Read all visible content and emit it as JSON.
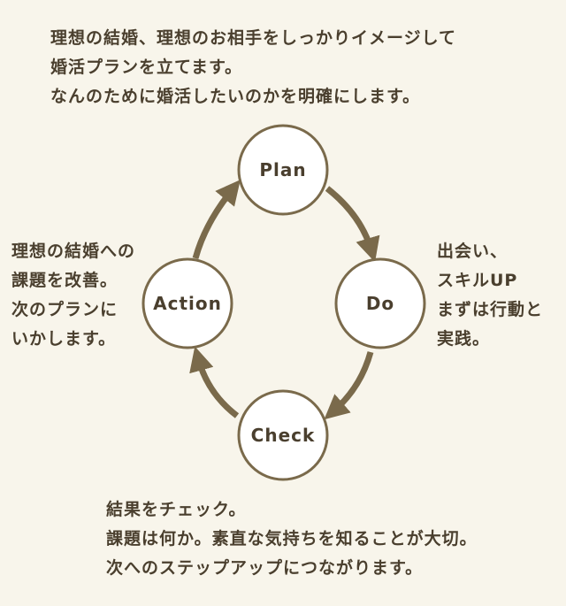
{
  "intro_text": [
    "理想の結婚、理想のお相手をしっかりイメージして",
    "婚活プランを立てます。",
    "なんのために婚活したいのかを明確にします。"
  ],
  "cycle": {
    "plan": "Plan",
    "do": "Do",
    "check": "Check",
    "action": "Action"
  },
  "action_text": [
    "理想の結婚への",
    "課題を改善。",
    "次のプランに",
    "いかします。"
  ],
  "do_text": [
    "出会い、",
    "スキルUP",
    "まずは行動と",
    "実践。"
  ],
  "check_text": [
    "結果をチェック。",
    "課題は何か。素直な気持ちを知ることが大切。",
    "次へのステップアップにつながります。"
  ],
  "colors": {
    "background": "#f8f5eb",
    "accent": "#7a6a4b",
    "text": "#4a3f2e",
    "circle_fill": "#ffffff"
  }
}
